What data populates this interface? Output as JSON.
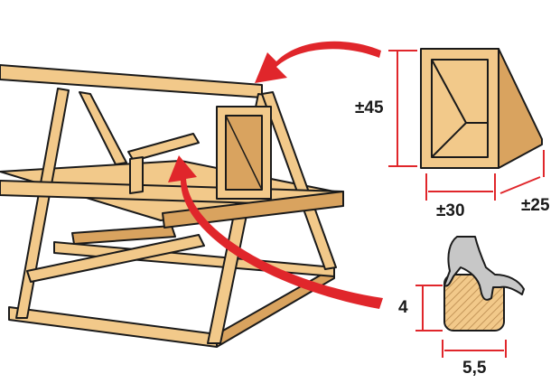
{
  "dimensions": {
    "nest_box_height": "±45",
    "nest_box_width": "±30",
    "nest_box_depth": "±25",
    "perch_height": "4",
    "perch_width": "5,5"
  },
  "colors": {
    "wood": "#f2c98a",
    "wood_dark": "#d9a35f",
    "outline": "#1a1a1a",
    "arrow": "#e0262b",
    "dimension_line": "#e0262b"
  }
}
